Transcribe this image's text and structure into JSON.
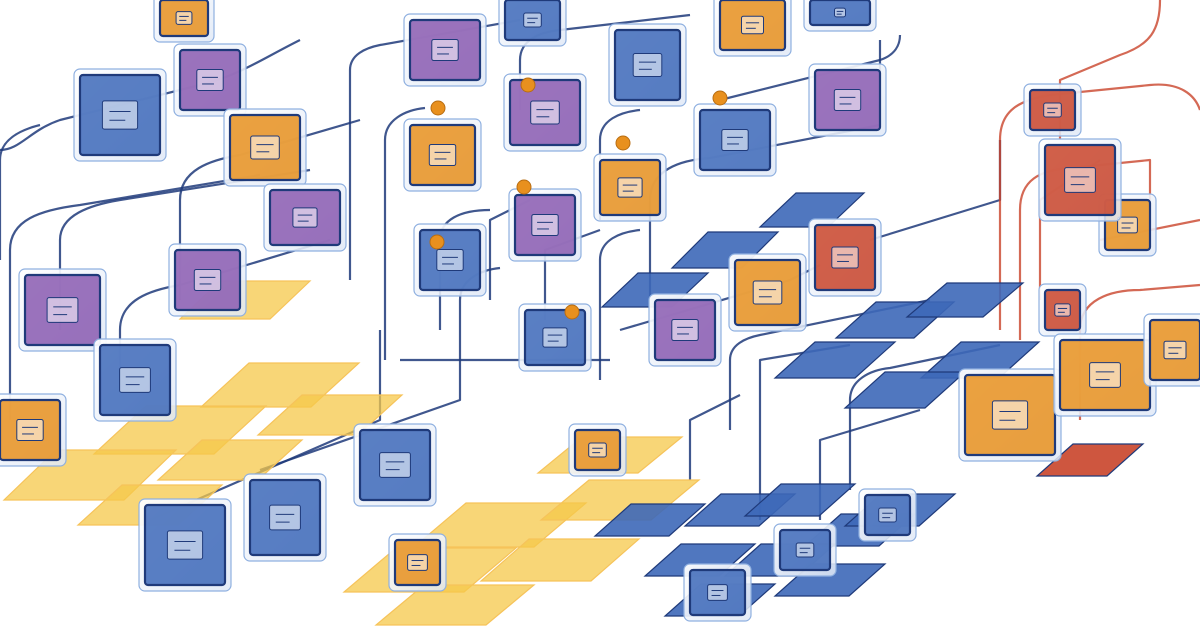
{
  "palette": {
    "navy": "#1f3a7a",
    "blue": "#3d68b8",
    "blue_light": "#8fb0e0",
    "orange": "#e8901e",
    "orange_light": "#f6c35a",
    "yellow": "#f5c84a",
    "purple": "#8a5bb0",
    "purple_light": "#b28ad4",
    "red": "#c9442a",
    "grey": "#8a8f98",
    "white": "#ffffff",
    "glass": "#e8f0fb"
  },
  "scene": {
    "kind": "isometric-network-of-cards",
    "text_labels": "none visible",
    "wire_colors": [
      "navy",
      "red"
    ]
  },
  "tile_colors": [
    "yellow",
    "blue",
    "purple",
    "orange",
    "red"
  ],
  "icon_names": [
    "document-icon",
    "folder-icon",
    "chart-icon",
    "image-icon",
    "pen-icon",
    "printer-icon",
    "clipboard-icon",
    "lock-icon",
    "paper-plane-icon",
    "toolbox-icon",
    "gear-icon",
    "box-icon"
  ]
}
